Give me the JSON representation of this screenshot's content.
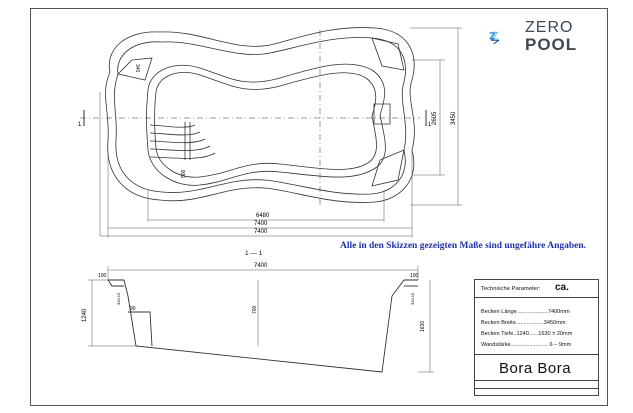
{
  "logo": {
    "line1": "ZERO",
    "line2": "POOL",
    "colors": [
      "#2a8fd8",
      "#33b8d6",
      "#1f4f8c"
    ]
  },
  "note": "Alle in den Skizzen gezeigten Maße sind ungefähre Angaben.",
  "plan": {
    "dims": {
      "inner_length": "6480",
      "outer_length_1": "7400",
      "outer_length_2": "7400",
      "inner_width": "2605",
      "outer_width": "3450",
      "step_depth": "500",
      "corner_radius": "340"
    },
    "section_mark": "1"
  },
  "section": {
    "label": "1 — 1",
    "length": "7400",
    "depth": "1240",
    "deep_depth": "1630",
    "rim_left": "100",
    "rim_right": "100",
    "step_width": "90",
    "mid_depth": "700",
    "side_left": "334.15",
    "side_right": "334.15"
  },
  "table": {
    "title": "Technische Parameter:",
    "ca": "ca.",
    "rows": [
      "Becken Länge....................7400mm",
      "Becken Breite..................3450mm",
      "Becken Tiefe..1240......1630 ± 20mm",
      "Wandstärke........................ 6 – 9mm"
    ],
    "model": "Bora Bora"
  }
}
